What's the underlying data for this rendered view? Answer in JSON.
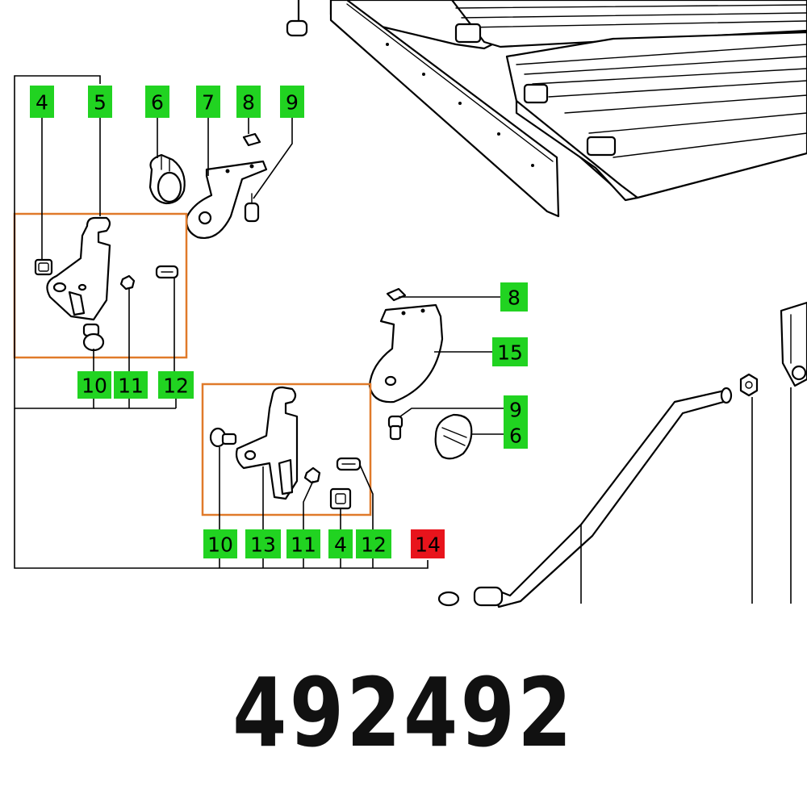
{
  "colors": {
    "label_fill": "#21d321",
    "highlight_fill": "#e8141c",
    "frame": "#e07a2a",
    "line": "#000000"
  },
  "labels": {
    "top_row": [
      "4",
      "5",
      "6",
      "7",
      "8",
      "9"
    ],
    "group1_bottom": [
      "10",
      "11",
      "12"
    ],
    "right_upper": [
      "8",
      "15",
      "9",
      "6"
    ],
    "group2_bottom": [
      "10",
      "13",
      "11",
      "4",
      "12"
    ],
    "highlighted": "14"
  },
  "part_number": "492492"
}
